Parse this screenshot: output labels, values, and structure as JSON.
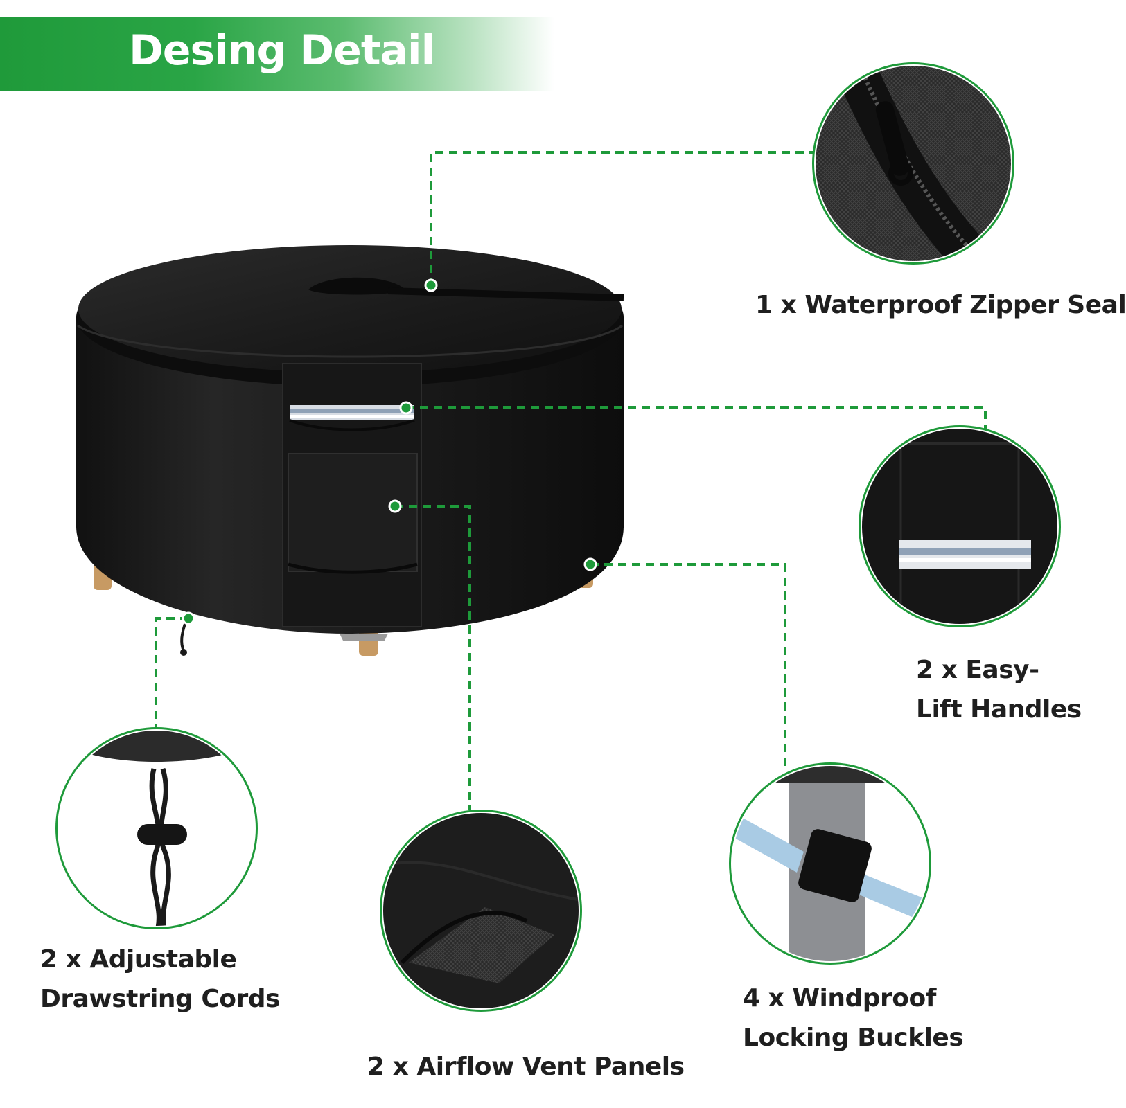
{
  "header": {
    "title": "Desing Detail"
  },
  "colors": {
    "accent": "#2a9a3f",
    "connector": "#1e9a3a",
    "cover": "#1c1c1c",
    "label_text": "#1f1f1f"
  },
  "features": [
    {
      "lines": [
        "1 x Waterproof Zipper Seal"
      ],
      "icon": "zipper-closeup"
    },
    {
      "lines": [
        "2 x Easy-",
        "Lift Handles"
      ],
      "icon": "handle-closeup"
    },
    {
      "lines": [
        "2 x Adjustable",
        "Drawstring Cords"
      ],
      "icon": "drawstring-closeup"
    },
    {
      "lines": [
        "2 x Airflow Vent Panels"
      ],
      "icon": "vent-closeup"
    },
    {
      "lines": [
        "4 x Windproof",
        "Locking Buckles"
      ],
      "icon": "buckle-closeup"
    }
  ]
}
